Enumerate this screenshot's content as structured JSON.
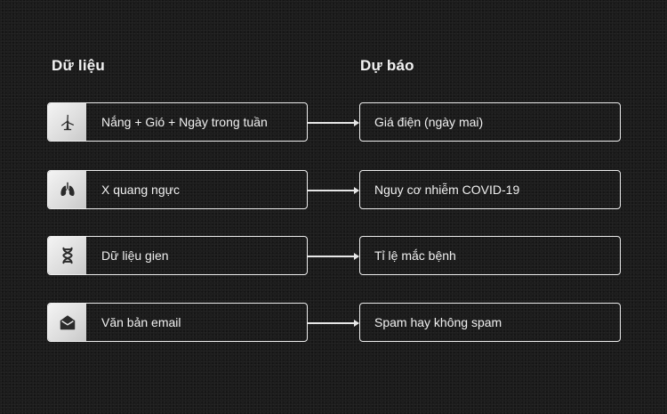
{
  "headings": {
    "input": "Dữ liệu",
    "output": "Dự báo"
  },
  "rows": [
    {
      "icon": "wind-turbine-icon",
      "input": "Nắng + Gió + Ngày trong tuần",
      "output": "Giá điện (ngày mai)"
    },
    {
      "icon": "lungs-icon",
      "input": "X quang ngực",
      "output": "Nguy cơ nhiễm COVID-19"
    },
    {
      "icon": "dna-icon",
      "input": "Dữ liệu gien",
      "output": "Tỉ lệ mắc bệnh"
    },
    {
      "icon": "email-icon",
      "input": "Văn bản email",
      "output": "Spam hay không spam"
    }
  ],
  "colors": {
    "background": "#1a1a1a",
    "box_border": "#ececec",
    "icon_bg": "#e0e0e0",
    "icon_fg": "#2b2b2b"
  }
}
